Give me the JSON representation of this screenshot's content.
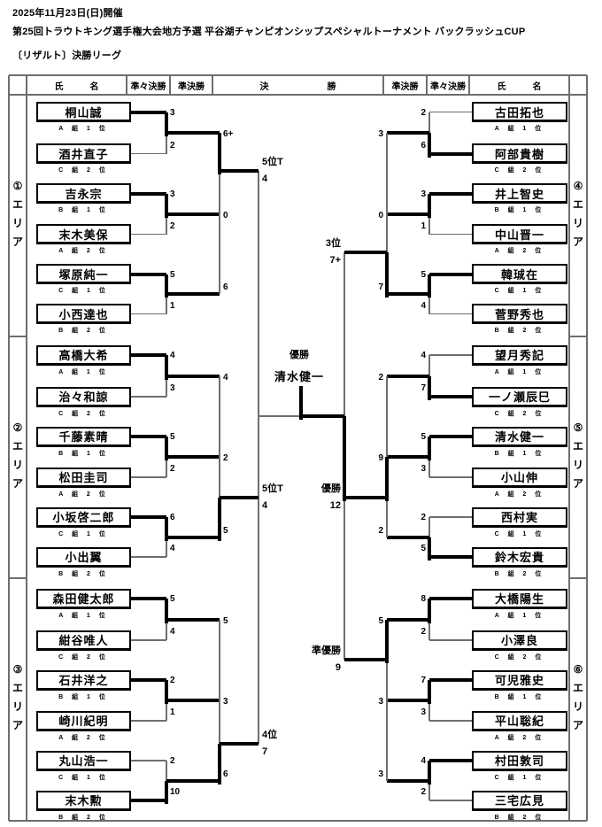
{
  "header": {
    "date_line": "2025年11月23日(日)開催",
    "title_line": "第25回トラウトキング選手権大会地方予選 平谷湖チャンピオンシップスペシャルトーナメント バックラッシュCUP",
    "subtitle_line": "〔リザルト〕決勝リーグ"
  },
  "table_header": {
    "name_left": "氏　名",
    "qf_left": "準々決勝",
    "sf_left": "準決勝",
    "final": "決　勝",
    "sf_right": "準決勝",
    "qf_right": "準々決勝",
    "name_right": "氏　名"
  },
  "champion": {
    "label": "優勝",
    "name": "清水健一"
  },
  "areas": [
    {
      "circled": "①",
      "label": "エリア",
      "side": "left",
      "players": [
        {
          "name": "桐山誠",
          "seed": "A 組 1 位",
          "qf_score": "3",
          "qf_win": true
        },
        {
          "name": "酒井直子",
          "seed": "C 組 2 位",
          "qf_score": "2",
          "qf_win": false
        },
        {
          "name": "吉永宗",
          "seed": "B 組 1 位",
          "qf_score": "3",
          "qf_win": true
        },
        {
          "name": "末木美保",
          "seed": "A 組 2 位",
          "qf_score": "2",
          "qf_win": false
        },
        {
          "name": "塚原純一",
          "seed": "C 組 1 位",
          "qf_score": "5",
          "qf_win": true
        },
        {
          "name": "小西達也",
          "seed": "B 組 2 位",
          "qf_score": "1",
          "qf_win": false
        }
      ],
      "sf_scores": [
        "6+",
        "0",
        "6"
      ],
      "sf_winner_pair": 0,
      "final_label": "5位T",
      "final_score": "4"
    },
    {
      "circled": "②",
      "label": "エリア",
      "side": "left",
      "players": [
        {
          "name": "高橋大希",
          "seed": "A 組 1 位",
          "qf_score": "4",
          "qf_win": true
        },
        {
          "name": "治々和諒",
          "seed": "C 組 2 位",
          "qf_score": "3",
          "qf_win": false
        },
        {
          "name": "千藤素晴",
          "seed": "B 組 1 位",
          "qf_score": "5",
          "qf_win": true
        },
        {
          "name": "松田圭司",
          "seed": "A 組 2 位",
          "qf_score": "2",
          "qf_win": false
        },
        {
          "name": "小坂啓二郎",
          "seed": "C 組 1 位",
          "qf_score": "6",
          "qf_win": true
        },
        {
          "name": "小出翼",
          "seed": "B 組 2 位",
          "qf_score": "4",
          "qf_win": false
        }
      ],
      "sf_scores": [
        "4",
        "2",
        "5"
      ],
      "sf_winner_pair": 2,
      "final_label": "5位T",
      "final_score": "4"
    },
    {
      "circled": "③",
      "label": "エリア",
      "side": "left",
      "players": [
        {
          "name": "森田健太郎",
          "seed": "A 組 1 位",
          "qf_score": "5",
          "qf_win": true
        },
        {
          "name": "紺谷唯人",
          "seed": "C 組 2 位",
          "qf_score": "4",
          "qf_win": false
        },
        {
          "name": "石井洋之",
          "seed": "B 組 1 位",
          "qf_score": "2",
          "qf_win": true
        },
        {
          "name": "崎川紀明",
          "seed": "A 組 2 位",
          "qf_score": "1",
          "qf_win": false
        },
        {
          "name": "丸山浩一",
          "seed": "C 組 1 位",
          "qf_score": "2",
          "qf_win": false
        },
        {
          "name": "末木勲",
          "seed": "B 組 2 位",
          "qf_score": "10",
          "qf_win": true
        }
      ],
      "sf_scores": [
        "5",
        "3",
        "6"
      ],
      "sf_winner_pair": 2,
      "final_label": "4位",
      "final_score": "7"
    },
    {
      "circled": "④",
      "label": "エリア",
      "side": "right",
      "players": [
        {
          "name": "古田拓也",
          "seed": "A 組 1 位",
          "qf_score": "2",
          "qf_win": false
        },
        {
          "name": "阿部貴樹",
          "seed": "C 組 2 位",
          "qf_score": "6",
          "qf_win": true
        },
        {
          "name": "井上智史",
          "seed": "B 組 1 位",
          "qf_score": "3",
          "qf_win": true
        },
        {
          "name": "中山晋一",
          "seed": "A 組 2 位",
          "qf_score": "1",
          "qf_win": false
        },
        {
          "name": "韓珹在",
          "seed": "C 組 1 位",
          "qf_score": "5",
          "qf_win": true
        },
        {
          "name": "菅野秀也",
          "seed": "B 組 2 位",
          "qf_score": "4",
          "qf_win": false
        }
      ],
      "sf_scores": [
        "3",
        "0",
        "7"
      ],
      "sf_winner_pair": 2,
      "final_label": "3位",
      "final_score": "7+"
    },
    {
      "circled": "⑤",
      "label": "エリア",
      "side": "right",
      "players": [
        {
          "name": "望月秀記",
          "seed": "A 組 1 位",
          "qf_score": "4",
          "qf_win": false
        },
        {
          "name": "一ノ瀬辰巳",
          "seed": "C 組 2 位",
          "qf_score": "7",
          "qf_win": true
        },
        {
          "name": "清水健一",
          "seed": "B 組 1 位",
          "qf_score": "5",
          "qf_win": true
        },
        {
          "name": "小山伸",
          "seed": "A 組 2 位",
          "qf_score": "3",
          "qf_win": false
        },
        {
          "name": "西村実",
          "seed": "C 組 1 位",
          "qf_score": "2",
          "qf_win": false
        },
        {
          "name": "鈴木宏貴",
          "seed": "B 組 2 位",
          "qf_score": "5",
          "qf_win": true
        }
      ],
      "sf_scores": [
        "2",
        "9",
        "2"
      ],
      "sf_winner_pair": 1,
      "final_label": "優勝",
      "final_score": "12"
    },
    {
      "circled": "⑥",
      "label": "エリア",
      "side": "right",
      "players": [
        {
          "name": "大橋陽生",
          "seed": "A 組 1 位",
          "qf_score": "8",
          "qf_win": true
        },
        {
          "name": "小澤良",
          "seed": "C 組 2 位",
          "qf_score": "2",
          "qf_win": false
        },
        {
          "name": "可児雅史",
          "seed": "B 組 1 位",
          "qf_score": "7",
          "qf_win": true
        },
        {
          "name": "平山聡紀",
          "seed": "A 組 2 位",
          "qf_score": "3",
          "qf_win": false
        },
        {
          "name": "村田敦司",
          "seed": "C 組 1 位",
          "qf_score": "4",
          "qf_win": true
        },
        {
          "name": "三宅広見",
          "seed": "B 組 2 位",
          "qf_score": "2",
          "qf_win": false
        }
      ],
      "sf_scores": [
        "5",
        "3",
        "3"
      ],
      "sf_winner_pair": 0,
      "final_label": "準優勝",
      "final_score": "9"
    }
  ]
}
